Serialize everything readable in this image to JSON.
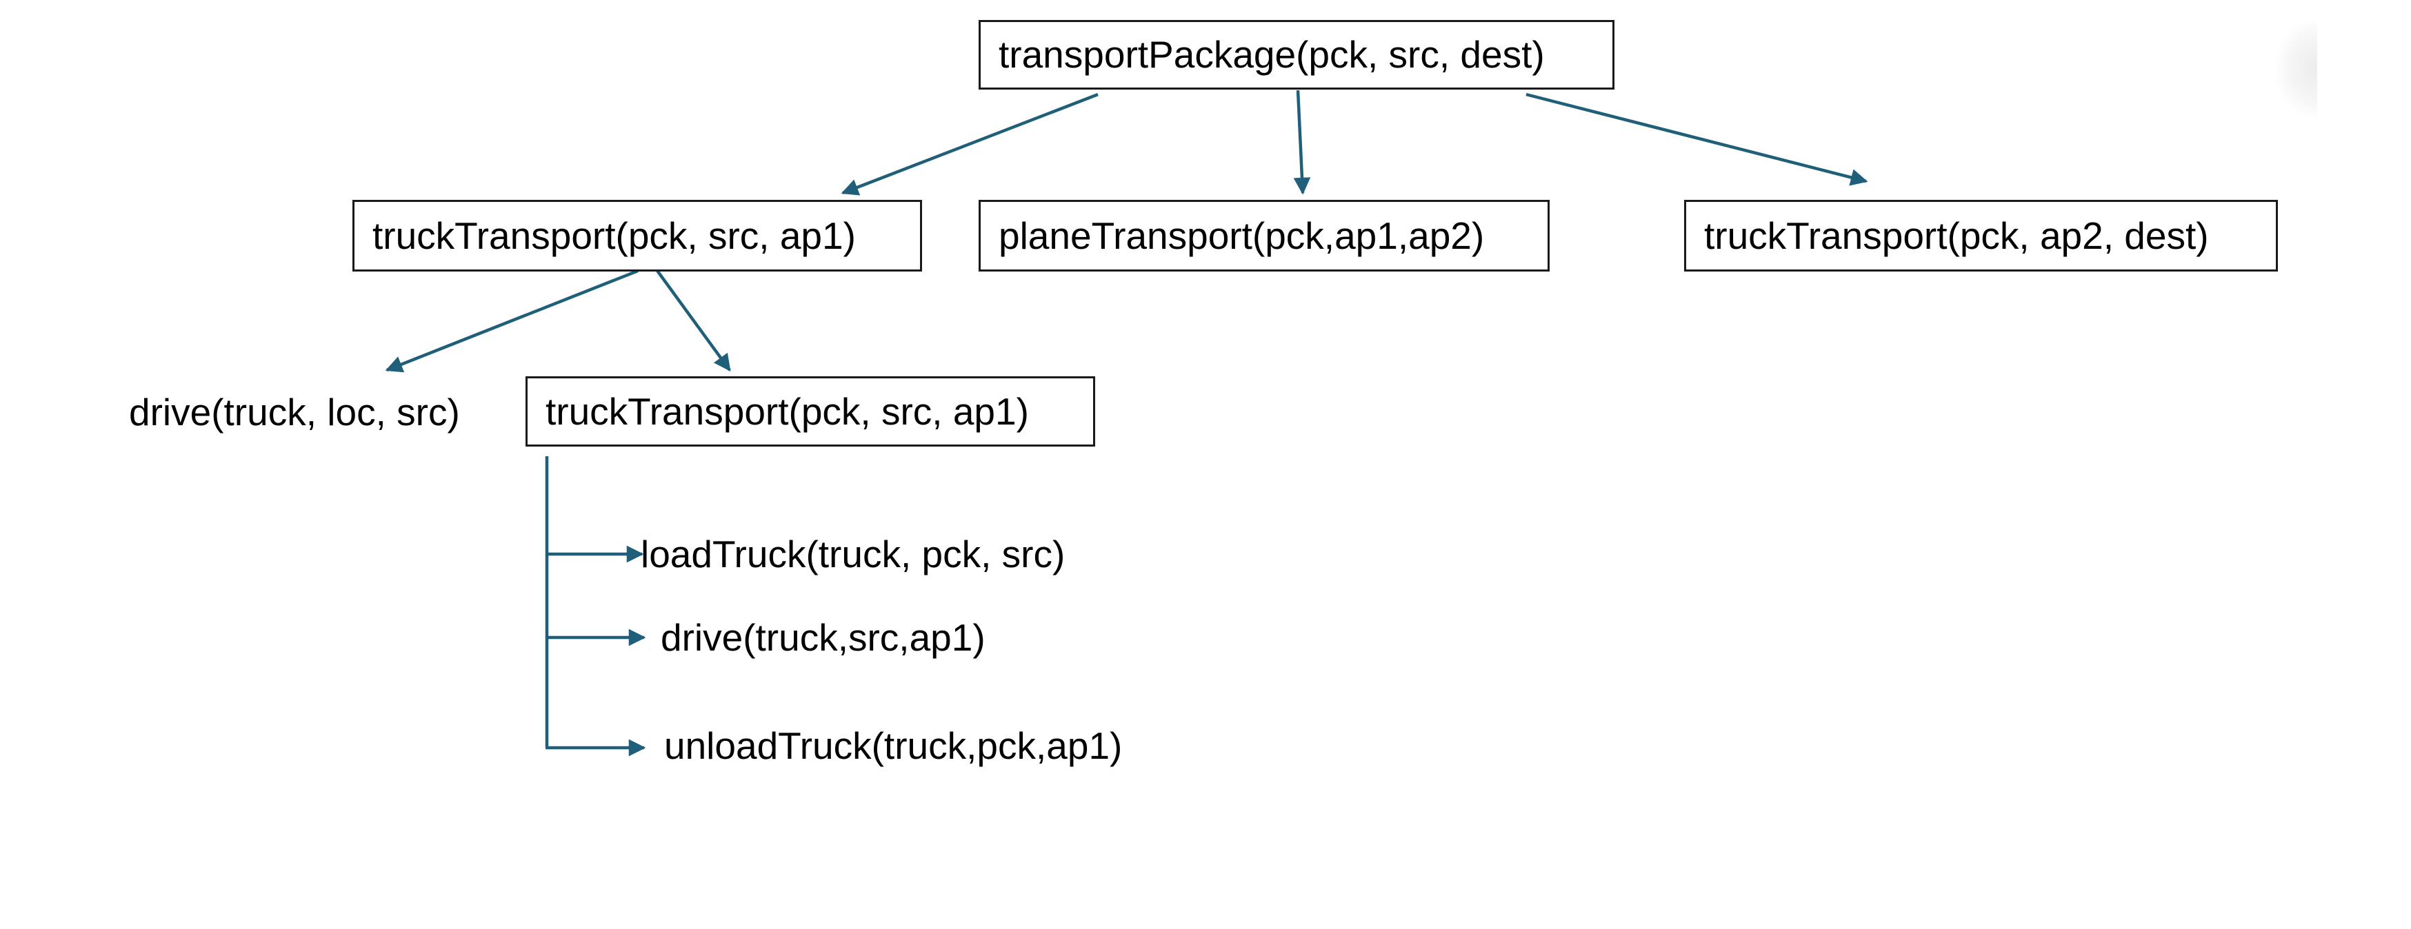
{
  "diagram": {
    "edge_color": "#1f5f7a",
    "nodes": {
      "root": "transportPackage(pck, src, dest)",
      "truck_transport_1": "truckTransport(pck, src, ap1)",
      "plane_transport": "planeTransport(pck,ap1,ap2)",
      "truck_transport_2": "truckTransport(pck, ap2, dest)",
      "drive_loc": "drive(truck, loc, src)",
      "truck_transport_sub": "truckTransport(pck, src, ap1)",
      "load_truck": "loadTruck(truck, pck, src)",
      "drive_src_ap1": "drive(truck,src,ap1)",
      "unload_truck": "unloadTruck(truck,pck,ap1)"
    }
  }
}
